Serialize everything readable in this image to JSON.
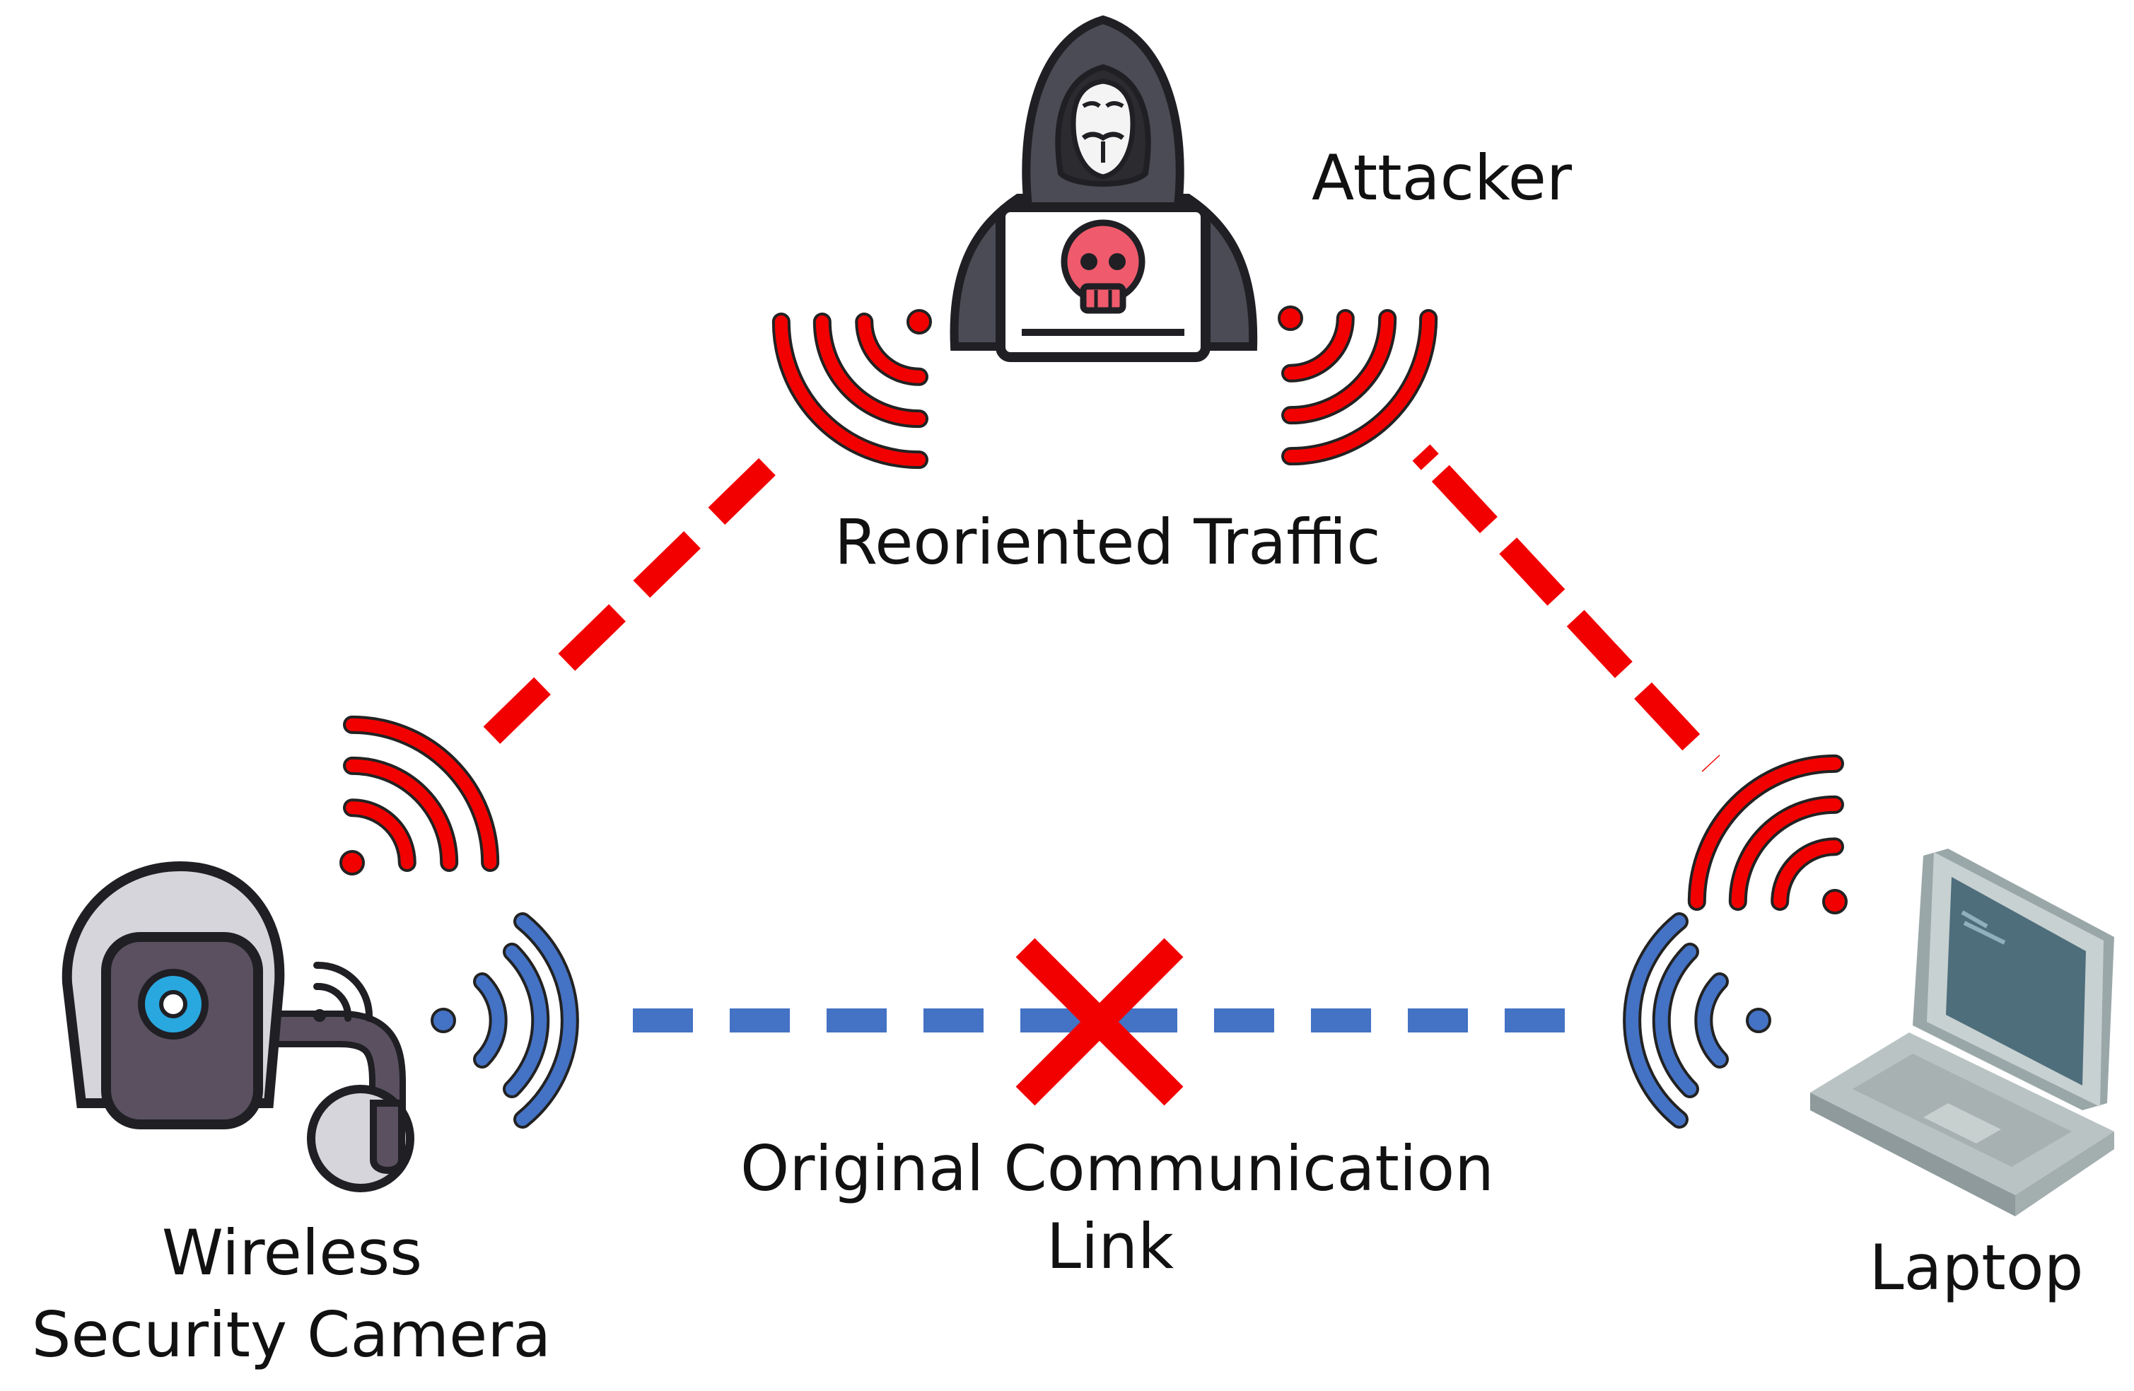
{
  "labels": {
    "attacker": "Attacker",
    "reoriented_traffic": "Reoriented Traffic",
    "original_link_line1": "Original Communication",
    "original_link_line2": "Link",
    "camera_line1": "Wireless",
    "camera_line2": "Security Camera",
    "laptop": "Laptop"
  },
  "colors": {
    "attack_path": "#f20000",
    "original_link": "#4472c4",
    "blocked_mark": "#f20000",
    "attacker_hood": "#4b4b55",
    "skull": "#ef5b6c",
    "camera_body": "#d7d5dc",
    "camera_face": "#5a5060",
    "camera_lens": "#29a8df",
    "laptop_body": "#b9c3c3",
    "laptop_screen": "#4e6e7c"
  },
  "icons": {
    "attacker": "hooded-hacker-icon",
    "camera": "security-camera-icon",
    "laptop": "laptop-icon",
    "signal": "wifi-signal-icon",
    "blocked": "cross-mark-icon"
  }
}
